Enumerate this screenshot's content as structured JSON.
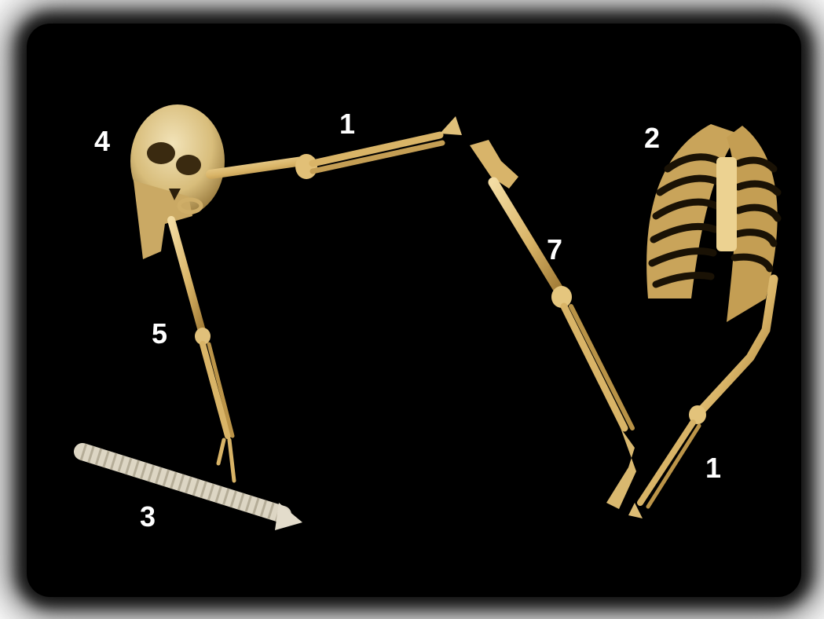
{
  "labels": {
    "upper_limb_top": "1",
    "ribcage": "2",
    "spine": "3",
    "skull": "4",
    "lower_leg_left": "5",
    "leg_right": "7",
    "upper_limb_bottom": "1"
  },
  "colors": {
    "background": "#000000",
    "bone": "#e8c983",
    "bone_shadow": "#a9853c",
    "label": "#ffffff"
  }
}
